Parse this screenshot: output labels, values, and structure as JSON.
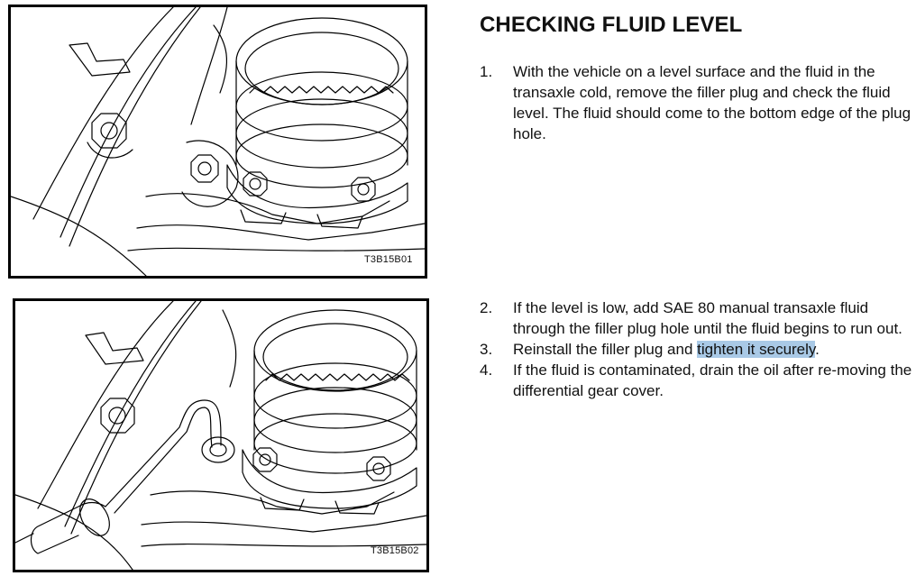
{
  "title": "CHECKING FLUID LEVEL",
  "figures": [
    {
      "code": "T3B15B01"
    },
    {
      "code": "T3B15B02"
    }
  ],
  "steps_a": [
    {
      "num": "1.",
      "text": "With the vehicle on a level surface and the fluid in the transaxle cold, remove the filler plug and check the fluid level. The fluid should come to the bottom edge of the plug hole."
    }
  ],
  "steps_b": [
    {
      "num": "2.",
      "text": "If the level is low, add SAE 80 manual transaxle fluid through the filler plug hole until the fluid begins to run out."
    },
    {
      "num": "3.",
      "text_before": "Reinstall the filler plug and ",
      "text_highlight": "tighten it securely",
      "text_after": "."
    },
    {
      "num": "4.",
      "text": "If the fluid is contaminated, drain the oil after re-moving the differential gear cover."
    }
  ],
  "colors": {
    "highlight": "#a9c9e6",
    "border": "#000000"
  },
  "icons": [
    "transaxle-illustration",
    "filler-plug-wrench-illustration"
  ]
}
